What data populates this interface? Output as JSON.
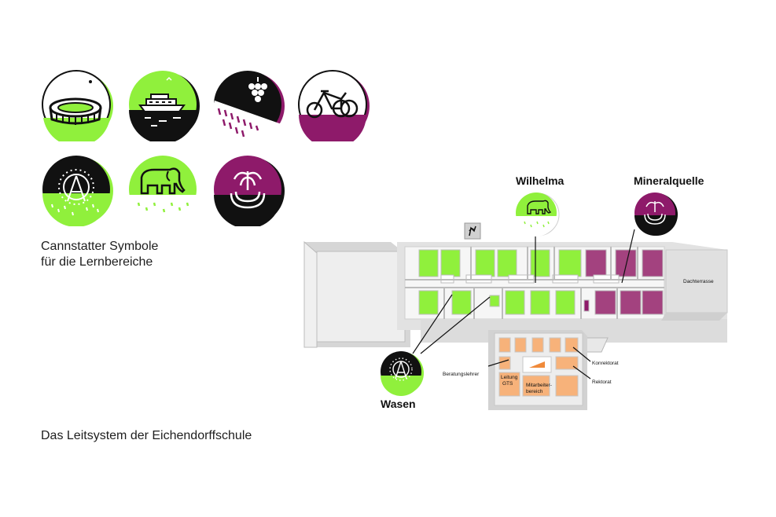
{
  "captions": {
    "symbols_line1": "Cannstatter Symbole",
    "symbols_line2": "für die Lernbereiche",
    "leitsystem": "Das Leitsystem der Eichendorffschule"
  },
  "symbols": [
    {
      "icon": "stadium-icon"
    },
    {
      "icon": "ship-icon"
    },
    {
      "icon": "grapes-icon"
    },
    {
      "icon": "bicycle-icon"
    },
    {
      "icon": "ferris-wheel-icon"
    },
    {
      "icon": "elephant-icon"
    },
    {
      "icon": "fountain-icon"
    }
  ],
  "plan": {
    "labels": {
      "wilhelma": "Wilhelma",
      "mineralquelle": "Mineralquelle",
      "wasen": "Wasen",
      "dachterrasse": "Dachterrasse",
      "beratungslehrer": "Beratungslehrer",
      "leitung_gts_1": "Leitung",
      "leitung_gts_2": "GTS",
      "mitarbeiter_1": "Mitarbeiter-",
      "mitarbeiter_2": "bereich",
      "konrektorat": "Konrektorat",
      "rektorat": "Rektorat"
    }
  },
  "colors": {
    "green": "#90f03c",
    "purple": "#8e1a6a",
    "orange": "#f7b27a",
    "black": "#111111",
    "gray": "#d8d8d8"
  }
}
